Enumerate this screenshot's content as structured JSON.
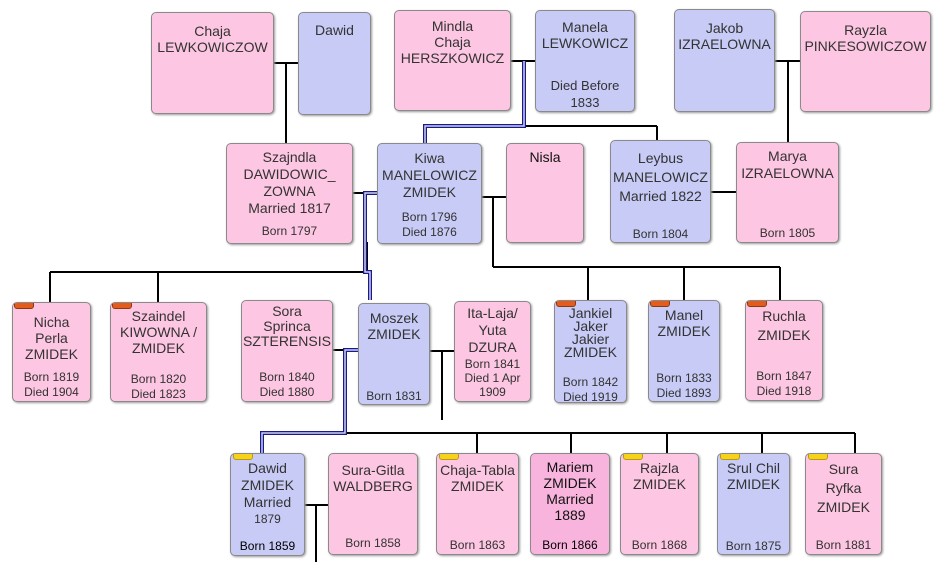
{
  "colors": {
    "female": "#fdc6e2",
    "male": "#c7cbf6",
    "line": "#000000",
    "highlight_path": "#1a1a8c"
  },
  "gen1": {
    "chaja": {
      "name": "Chaja\nLEWKOWICZOW"
    },
    "dawid": {
      "name": "Dawid"
    },
    "mindla": {
      "name": "Mindla\nChaja\nHERSZKOWICZ"
    },
    "manela": {
      "name": "Manela\nLEWKOWICZ",
      "info": "Died Before\n1833"
    },
    "jakob": {
      "name": "Jakob\nIZRAELOWNA"
    },
    "rayzla": {
      "name": "Rayzla\nPINKESOWICZOW"
    }
  },
  "gen2": {
    "szajndla": {
      "name": "Szajndla\nDAWIDOWIC_\nZOWNA\nMarried  1817",
      "info": "Born 1797"
    },
    "kiwa": {
      "name": "Kiwa\nMANELOWICZ\nZMIDEK",
      "info": "Born 1796\nDied 1876"
    },
    "nisla": {
      "name": "Nisla"
    },
    "leybus": {
      "name": "Leybus\nMANELOWICZ\nMarried 1822",
      "info": "Born 1804"
    },
    "marya": {
      "name": "Marya\nIZRAELOWNA",
      "info": "Born 1805"
    }
  },
  "gen3": {
    "nicha": {
      "name": "Nicha\nPerla\nZMIDEK",
      "info": "Born 1819\nDied 1904"
    },
    "szaindel": {
      "name": "Szaindel\nKIWOWNA /\nZMIDEK",
      "info": "Born 1820\nDied 1823"
    },
    "sora": {
      "name": "Sora\nSprinca\nSZTERENSIS",
      "info": "Born 1840\nDied 1880"
    },
    "moszek": {
      "name": "Moszek\nZMIDEK",
      "info": "Born 1831"
    },
    "italaja": {
      "name": "Ita-Laja/\nYuta\nDZURA",
      "info": "Born 1841\nDied 1 Apr\n1909"
    },
    "jankiel": {
      "name": "Jankiel\nJaker\nJakier\nZMIDEK",
      "info": "Born 1842\nDied 1919"
    },
    "manel": {
      "name": "Manel\nZMIDEK",
      "info": "Born 1833\nDied 1893"
    },
    "ruchla": {
      "name": "Ruchla\nZMIDEK",
      "info": "Born 1847\nDied 1918"
    }
  },
  "gen4": {
    "dawid": {
      "name": "Dawid\nZMIDEK\nMarried",
      "year": "1879",
      "info": "Born 1859"
    },
    "suragitla": {
      "name": "Sura-Gitla\nWALDBERG",
      "info": "Born 1858"
    },
    "chajatabla": {
      "name": "Chaja-Tabla\nZMIDEK",
      "info": "Born 1863"
    },
    "mariem": {
      "name": "Mariem\nZMIDEK\nMarried\n1889",
      "info": "Born 1866"
    },
    "rajzla": {
      "name": "Rajzla\nZMIDEK",
      "info": "Born 1868"
    },
    "srul": {
      "name": "Srul  Chil\nZMIDEK",
      "info": "Born 1875"
    },
    "sura": {
      "name": "Sura\nRyfka\nZMIDEK",
      "info": "Born 1881"
    }
  }
}
